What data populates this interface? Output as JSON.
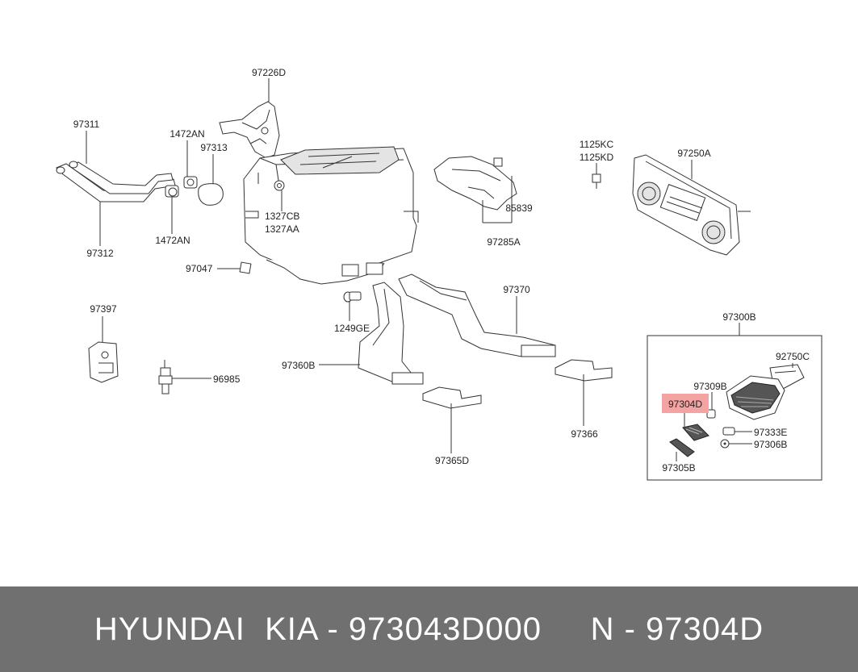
{
  "colors": {
    "highlight": "#f4a3a3",
    "footer_bg": "#707070",
    "footer_text": "#ffffff",
    "line": "#333333"
  },
  "labels": {
    "p97226D": "97226D",
    "p97311": "97311",
    "p1472AN_top": "1472AN",
    "p97313": "97313",
    "p1472AN_bottom": "1472AN",
    "p97312": "97312",
    "p1327CB": "1327CB",
    "p1327AA": "1327AA",
    "p97047": "97047",
    "p97397": "97397",
    "p96985": "96985",
    "p1249GE": "1249GE",
    "p97360B": "97360B",
    "p97370": "97370",
    "p97365D": "97365D",
    "p97366": "97366",
    "p85839": "85839",
    "p97285A": "97285A",
    "p1125KC": "1125KC",
    "p1125KD": "1125KD",
    "p97250A": "97250A",
    "p97300B": "97300B",
    "p92750C": "92750C",
    "p97309B": "97309B",
    "p97304D": "97304D",
    "p97333E": "97333E",
    "p97306B": "97306B",
    "p97305B": "97305B"
  },
  "footer": {
    "text": "HYUNDAI  KIA - 973043D000     N - 97304D"
  }
}
